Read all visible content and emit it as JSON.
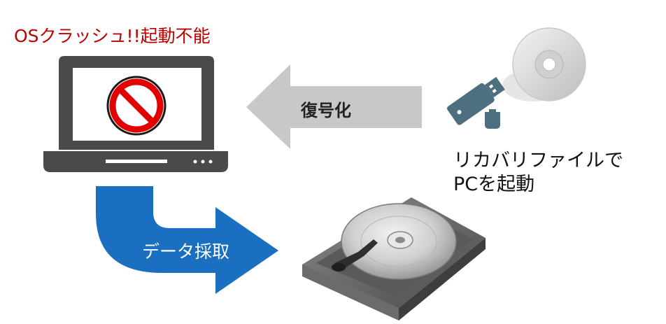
{
  "crash_label": "OSクラッシュ!!起動不能",
  "decrypt_label": "復号化",
  "recovery_label_line1": "リカバリファイルで",
  "recovery_label_line2": "PCを起動",
  "extract_label": "データ採取",
  "colors": {
    "crash_text": "#c00000",
    "gray_arrow": "#c8c8c8",
    "blue_arrow": "#1a6fc0",
    "laptop": "#4a4a4a",
    "prohibit": "#e00000",
    "usb": "#4e6f7f"
  },
  "icons": [
    "laptop-icon",
    "prohibited-icon",
    "usb-drive-icon",
    "cd-disc-icon",
    "hard-drive-icon"
  ]
}
